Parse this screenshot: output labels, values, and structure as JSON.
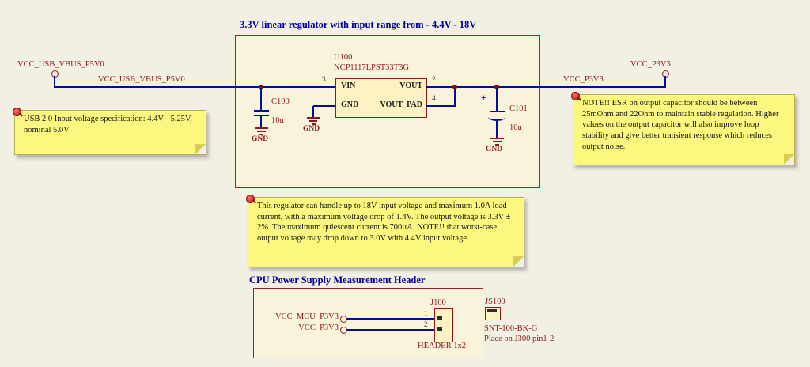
{
  "colors": {
    "background": "#f2efe3",
    "section_fill": "#f8f3da",
    "wire": "#000f96",
    "label_maroon": "#8b1a1a",
    "title_blue": "#0000a0",
    "note_yellow": "#fcf87f",
    "part_fill": "#fcf2c2"
  },
  "regulator_section": {
    "title": "3.3V linear regulator with input range from - 4.4V - 18V",
    "left_port_label": "VCC_USB_VBUS_P5V0",
    "input_net_label": "VCC_USB_VBUS_P5V0",
    "output_net_label": "VCC_P3V3",
    "right_port_label": "VCC_P3V3",
    "gnd_label": "GND",
    "u100": {
      "designator": "U100",
      "part_number": "NCP1117LPST33T3G",
      "pins": [
        {
          "number": "3",
          "name": "VIN"
        },
        {
          "number": "1",
          "name": "GND"
        },
        {
          "number": "2",
          "name": "VOUT"
        },
        {
          "number": "4",
          "name": "VOUT_PAD"
        }
      ]
    },
    "c100": {
      "designator": "C100",
      "value": "10u"
    },
    "c101": {
      "designator": "C101",
      "value": "10u",
      "polarity_mark": "+"
    }
  },
  "notes": {
    "usb_input": "USB 2.0 Input voltage specification: 4.4V - 5.25V, nominal 5.0V",
    "output_esr": "NOTE!! ESR on output capacitor should be between 25mOhm and 22Ohm to maintain stable regulation. Higher values on the output capacitor will also improve loop stability and give better transient response which reduces output noise.",
    "regulator_limits": "This regulator can handle up to 18V input voltage and maximum 1.0A load current, with a maximum voltage drop of 1.4V. The output voltage is 3.3V ± 2%. The maximum quiescent current is 700µA. NOTE!!  that worst-case output voltage may drop down to 3.0V with 4.4V input voltage."
  },
  "header_section": {
    "title": "CPU Power Supply  Measurement Header",
    "net_mcu": "VCC_MCU_P3V3",
    "net_p3v3": "VCC_P3V3",
    "j100": {
      "designator": "J100",
      "comment": "HEADER 1x2",
      "pin1": "1",
      "pin2": "2"
    },
    "js100": {
      "designator": "JS100",
      "part_number": "SNT-100-BK-G",
      "placement_note": "Place on J300 pin1-2"
    }
  }
}
